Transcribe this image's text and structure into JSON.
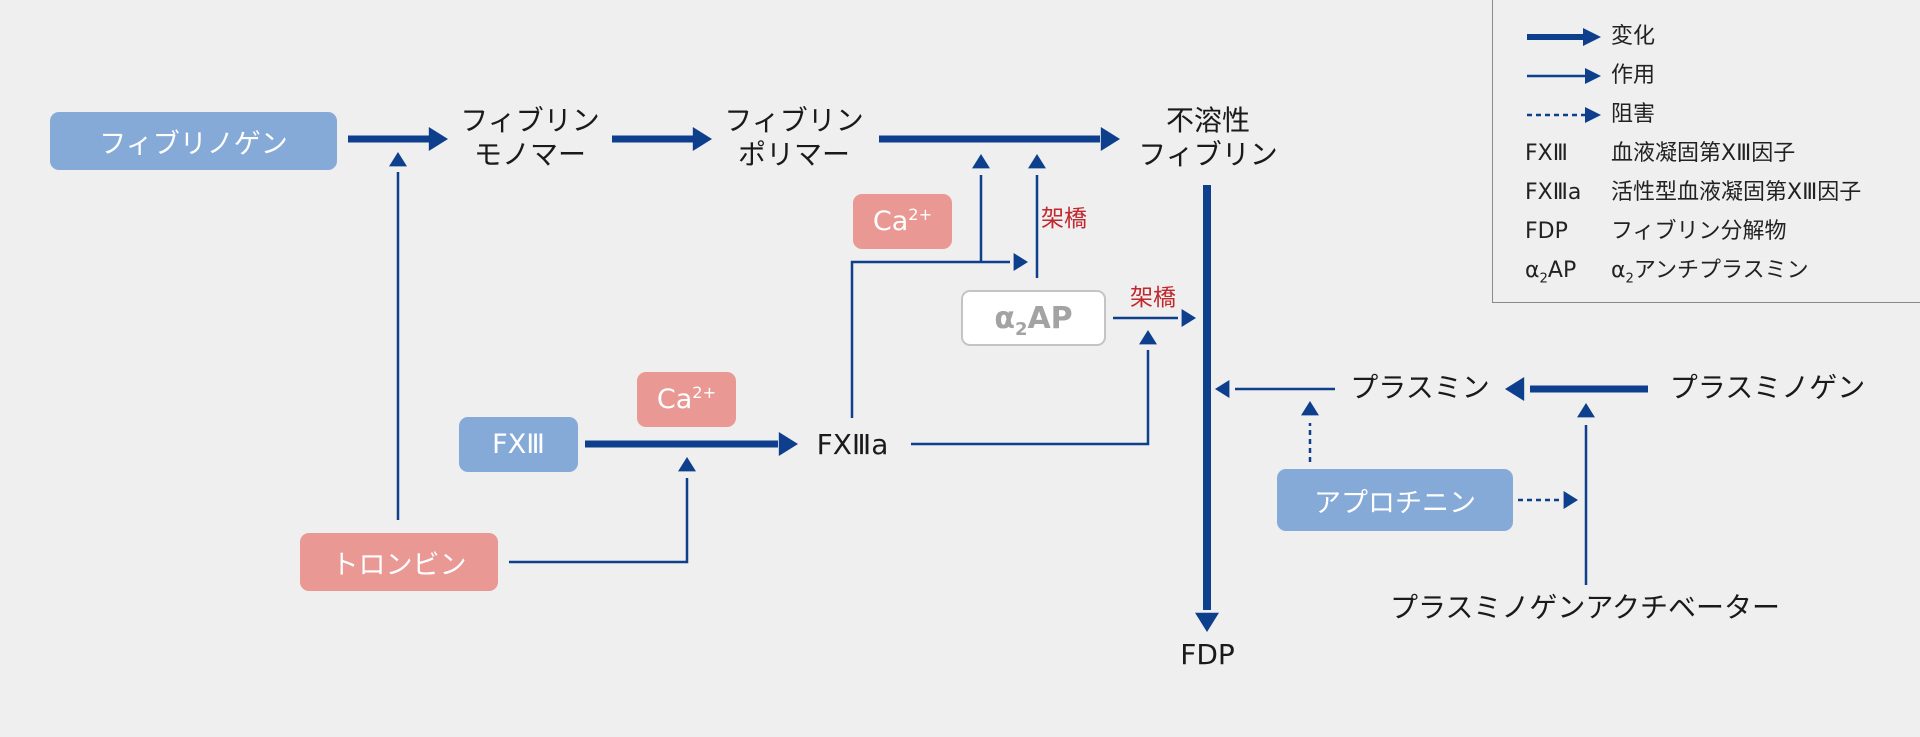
{
  "colors": {
    "arrow": "#0d3f8c",
    "box_blue": "#86aad8",
    "box_pink": "#e99893",
    "label_red": "#c1272d",
    "background": "#efefef"
  },
  "nodes": {
    "fibrinogen": "フィブリノゲン",
    "fibrin_monomer_1": "フィブリン",
    "fibrin_monomer_2": "モノマー",
    "fibrin_polymer_1": "フィブリン",
    "fibrin_polymer_2": "ポリマー",
    "insoluble_fibrin_1": "不溶性",
    "insoluble_fibrin_2": "フィブリン",
    "thrombin": "トロンビン",
    "fxiii": "FXⅢ",
    "fxiiia": "FXⅢa",
    "ca_upper": {
      "base": "Ca",
      "sup": "2+"
    },
    "ca_lower": {
      "base": "Ca",
      "sup": "2+"
    },
    "a2ap": {
      "alpha": "α",
      "sub": "2",
      "rest": "AP"
    },
    "fdp": "FDP",
    "plasmin": "プラスミン",
    "plasminogen": "プラスミノゲン",
    "aprotinin": "アプロチニン",
    "plasminogen_activator": "プラスミノゲンアクチベーター",
    "crosslink_upper": "架橋",
    "crosslink_right": "架橋"
  },
  "legend": {
    "arrows": [
      {
        "type": "thick",
        "label": "変化"
      },
      {
        "type": "thin",
        "label": "作用"
      },
      {
        "type": "dotted",
        "label": "阻害"
      }
    ],
    "abbreviations": [
      {
        "abbr": "FXⅢ",
        "meaning": "血液凝固第XⅢ因子"
      },
      {
        "abbr": "FXⅢa",
        "meaning": "活性型血液凝固第XⅢ因子"
      },
      {
        "abbr": "FDP",
        "meaning": "フィブリン分解物"
      },
      {
        "abbr_alpha": "α",
        "abbr_sub": "2",
        "abbr_rest": "AP",
        "meaning_alpha": "α",
        "meaning_sub": "2",
        "meaning_rest": "アンチプラスミン"
      }
    ]
  }
}
